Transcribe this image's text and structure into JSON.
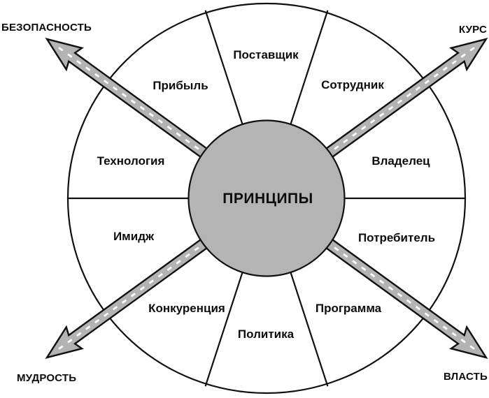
{
  "diagram": {
    "center": {
      "label": "ПРИНЦИПЫ"
    },
    "sectors": [
      {
        "label": "Поставщик"
      },
      {
        "label": "Сотрудник"
      },
      {
        "label": "Владелец"
      },
      {
        "label": "Потребитель"
      },
      {
        "label": "Программа"
      },
      {
        "label": "Политика"
      },
      {
        "label": "Конкуренция"
      },
      {
        "label": "Имидж"
      },
      {
        "label": "Технология"
      },
      {
        "label": "Прибыль"
      }
    ],
    "axes": [
      {
        "label": "БЕЗОПАСНОСТЬ",
        "position": "top-left"
      },
      {
        "label": "КУРС",
        "position": "top-right"
      },
      {
        "label": "МУДРОСТЬ",
        "position": "bottom-left"
      },
      {
        "label": "ВЛАСТЬ",
        "position": "bottom-right"
      }
    ],
    "colors": {
      "center_fill": "#b4b4b4",
      "arrow_fill": "#b3b3b3",
      "outline": "#111111",
      "background": "#ffffff",
      "arrow_dash": "#ffffff"
    }
  }
}
